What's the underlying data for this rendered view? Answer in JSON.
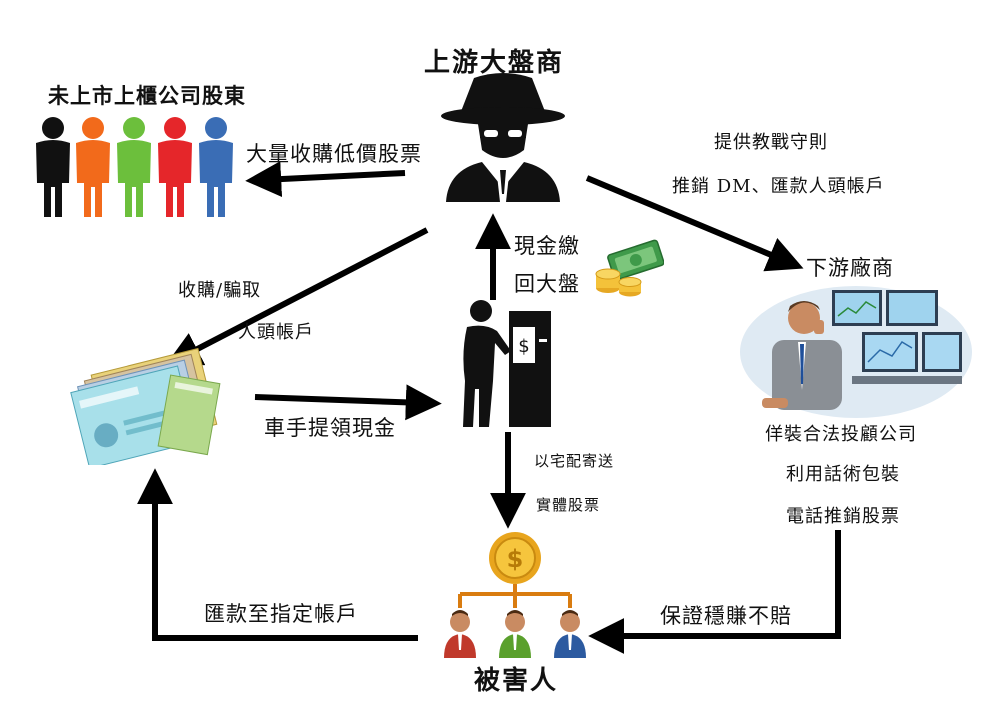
{
  "nodes": {
    "top_dealer": "上游大盤商",
    "shareholders": "未上市上櫃公司股東",
    "downstream": "下游廠商",
    "victims": "被害人"
  },
  "edges": {
    "buy_cheap": "大量收購低價股票",
    "provide_rules": "提供教戰守則",
    "promote_dm": "推銷 DM、匯款人頭帳戶",
    "cash_back_1": "現金繳",
    "cash_back_2": "回大盤",
    "acquire_1": "收購/騙取",
    "acquire_2": "人頭帳戶",
    "withdraw": "車手提領現金",
    "delivery_1": "以宅配寄送",
    "delivery_2": "實體股票",
    "remit": "匯款至指定帳戶",
    "guarantee": "保證穩賺不賠"
  },
  "downstream_notes": [
    "佯裝合法投顧公司",
    "利用話術包裝",
    "電話推銷股票"
  ],
  "shareholder_colors": [
    "#111111",
    "#f26a1b",
    "#6cbf3c",
    "#e5262a",
    "#3a6db5"
  ],
  "victim_colors": [
    "#c0392b",
    "#5aa02c",
    "#2c5aa0"
  ],
  "icons": [
    "spy-icon",
    "atm-icon",
    "money-icon",
    "bankbooks-icon",
    "trader-icon",
    "coin-icon"
  ]
}
